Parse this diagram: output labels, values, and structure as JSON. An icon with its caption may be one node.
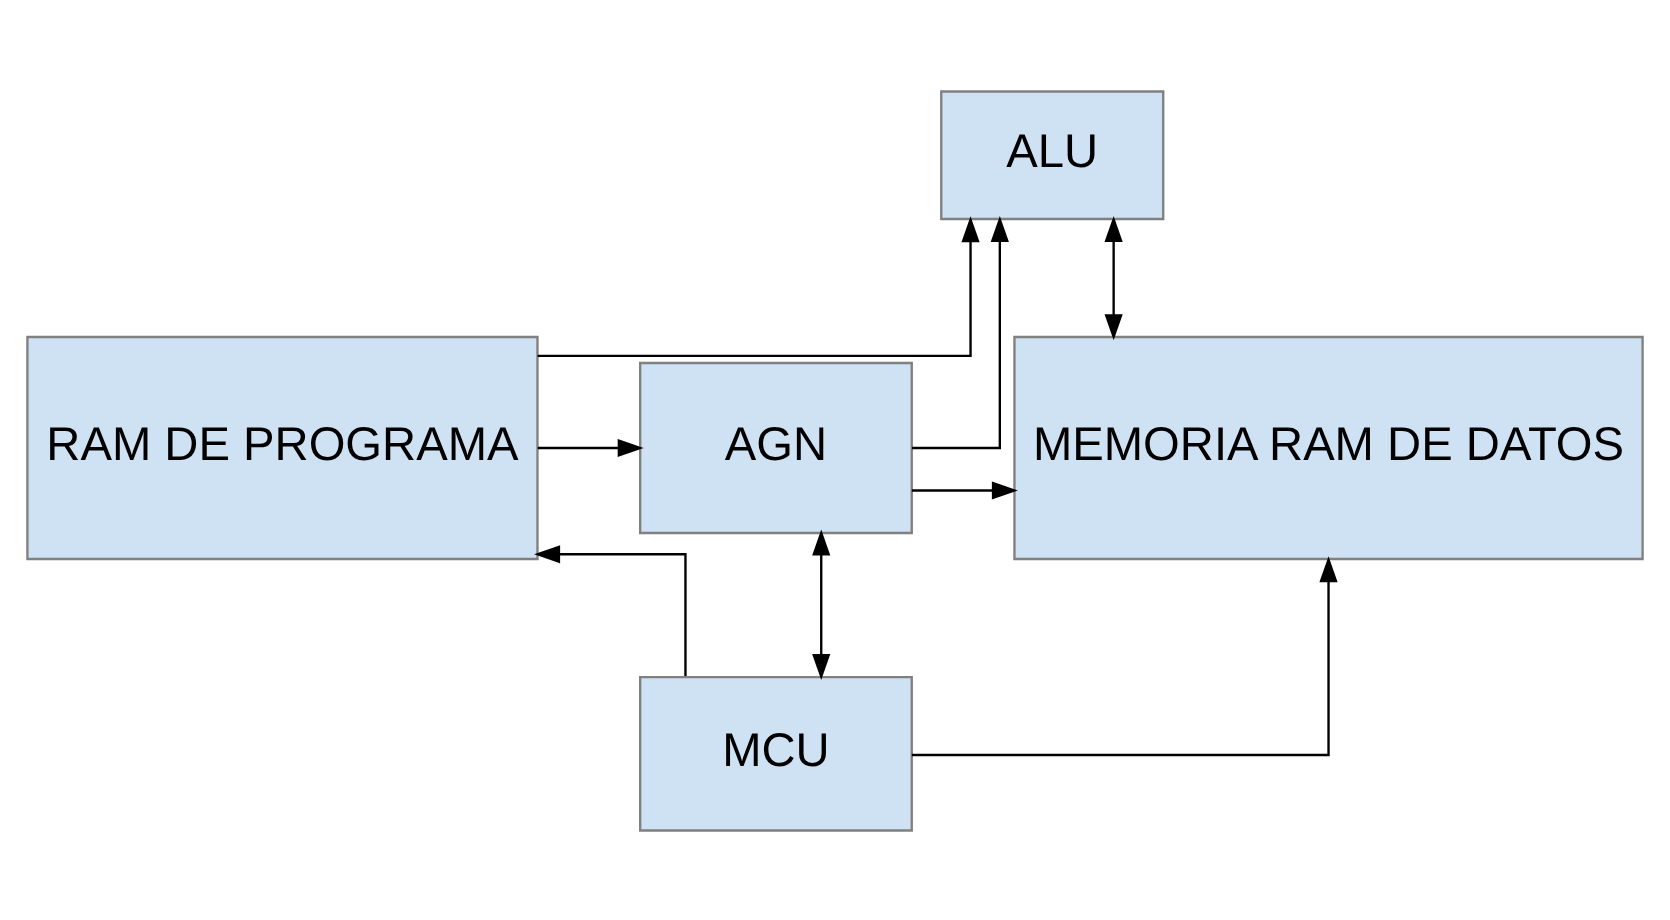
{
  "diagram": {
    "nodes": [
      {
        "text": [
          "ALU"
        ]
      },
      {
        "text": [
          "RAM DE PROGRAMA"
        ]
      },
      {
        "text": [
          "AGN"
        ]
      },
      {
        "text": [
          "MEMORIA RAM DE DATOS"
        ]
      },
      {
        "text": [
          "MCU"
        ]
      }
    ],
    "edges": [
      {
        "from": 1,
        "to": 0,
        "arrow": "to"
      },
      {
        "from": 1,
        "to": 2,
        "arrow": "to"
      },
      {
        "from": 2,
        "to": 0,
        "arrow": "to"
      },
      {
        "from": 2,
        "to": 3,
        "arrow": "to"
      },
      {
        "from": 0,
        "to": 3,
        "arrow": "both"
      },
      {
        "from": 2,
        "to": 4,
        "arrow": "both"
      },
      {
        "from": 4,
        "to": 1,
        "arrow": "to"
      },
      {
        "from": 4,
        "to": 3,
        "arrow": "to"
      }
    ]
  }
}
